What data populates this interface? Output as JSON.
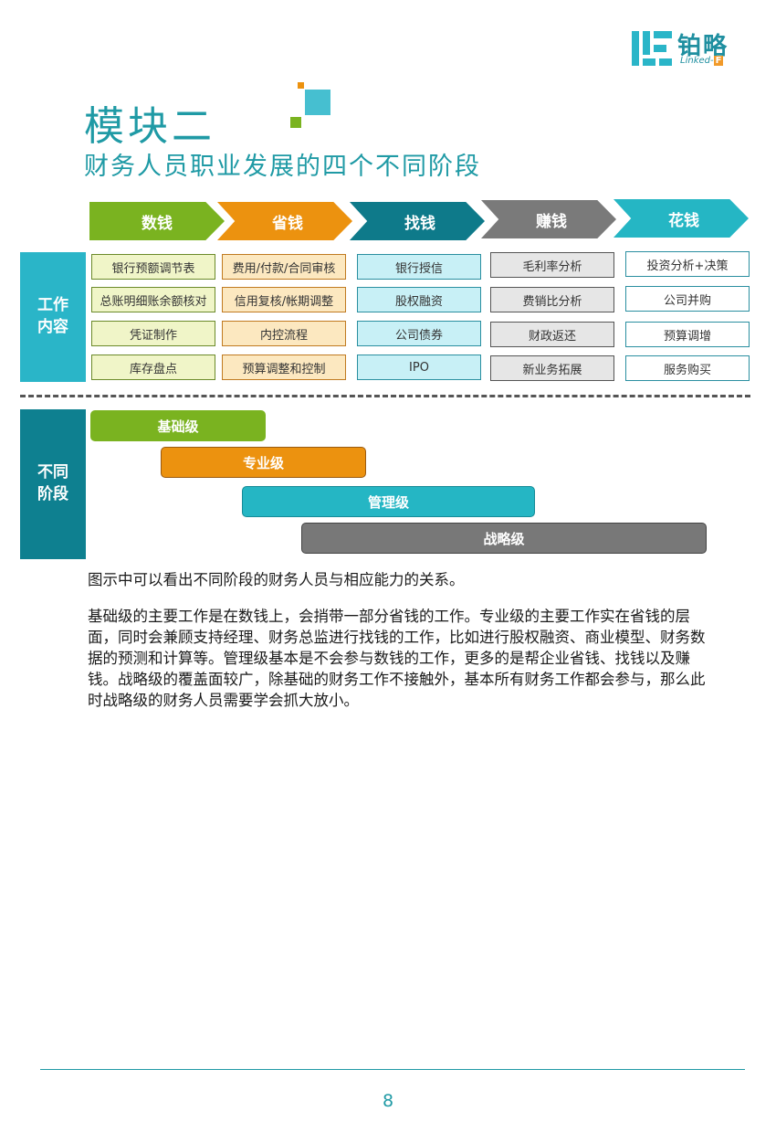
{
  "logo": {
    "name_cn": "铂略",
    "name_en": "Linked-",
    "name_en_f": "F"
  },
  "title": {
    "module": "模块二",
    "subtitle": "财务人员职业发展的四个不同阶段"
  },
  "stages": [
    {
      "label": "数钱",
      "color": "#7ab320"
    },
    {
      "label": "省钱",
      "color": "#ec920f"
    },
    {
      "label": "找钱",
      "color": "#0e7a8a"
    },
    {
      "label": "赚钱",
      "color": "#7a7a7a"
    },
    {
      "label": "花钱",
      "color": "#25b6c4"
    }
  ],
  "work_label": "工作\n内容",
  "work_grid": [
    [
      "银行预额调节表",
      "总账明细账余额核对",
      "凭证制作",
      "库存盘点"
    ],
    [
      "费用/付款/合同审核",
      "信用复核/帐期调整",
      "内控流程",
      "预算调整和控制"
    ],
    [
      "银行授信",
      "股权融资",
      "公司债券",
      "IPO"
    ],
    [
      "毛利率分析",
      "费销比分析",
      "财政返还",
      "新业务拓展"
    ],
    [
      "投资分析+决策",
      "公司并购",
      "预算调增",
      "服务购买"
    ]
  ],
  "stage_label": "不同\n阶段",
  "levels": [
    {
      "label": "基础级",
      "color": "#7ab320"
    },
    {
      "label": "专业级",
      "color": "#ec920f"
    },
    {
      "label": "管理级",
      "color": "#25b6c4"
    },
    {
      "label": "战略级",
      "color": "#787878"
    }
  ],
  "paragraphs": {
    "intro": "图示中可以看出不同阶段的财务人员与相应能力的关系。",
    "body": "基础级的主要工作是在数钱上，会捎带一部分省钱的工作。专业级的主要工作实在省钱的层面，同时会兼顾支持经理、财务总监进行找钱的工作，比如进行股权融资、商业模型、财务数据的预测和计算等。管理级基本是不会参与数钱的工作，更多的是帮企业省钱、找钱以及赚钱。战略级的覆盖面较广，除基础的财务工作不接触外，基本所有财务工作都会参与，那么此时战略级的财务人员需要学会抓大放小。"
  },
  "page_number": "8",
  "colors": {
    "accent": "#1f9aa5",
    "dark_teal": "#0e8090"
  }
}
